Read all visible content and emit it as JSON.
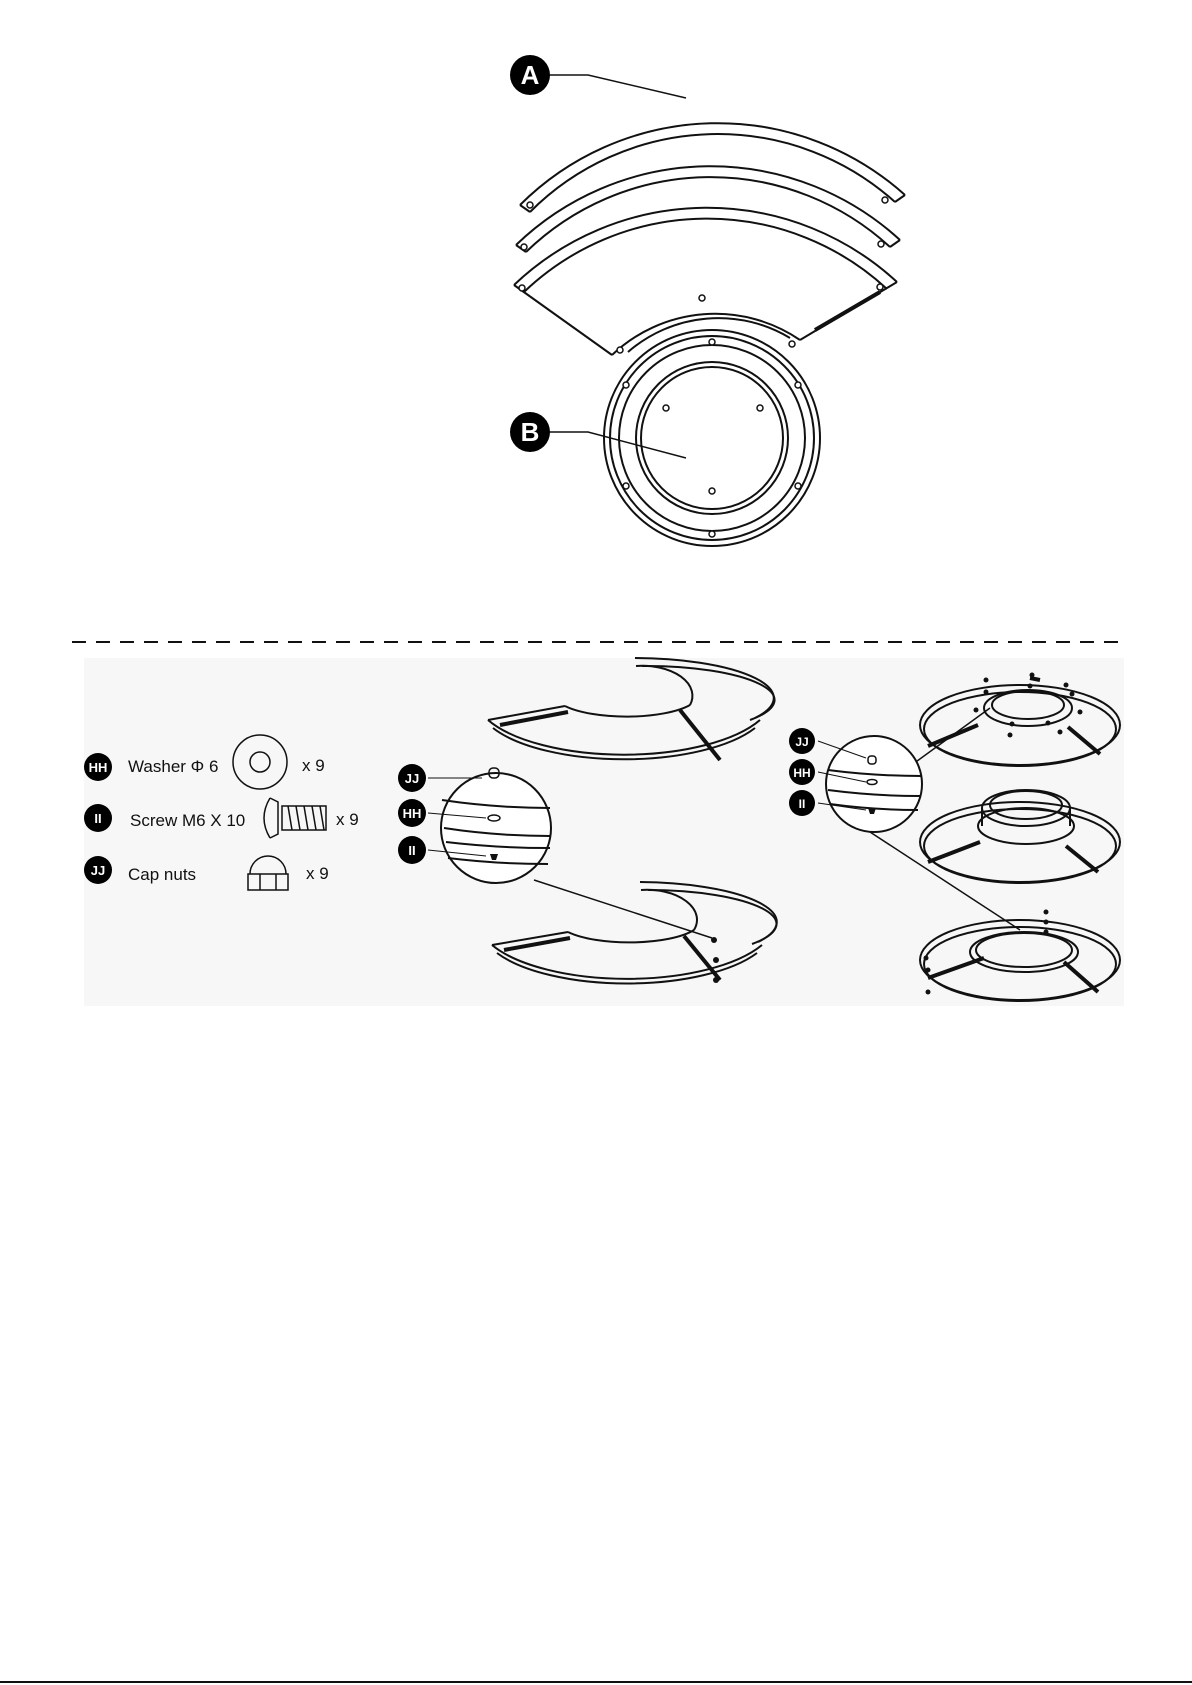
{
  "parts": {
    "a": {
      "label": "A"
    },
    "b": {
      "label": "B"
    }
  },
  "hardware": [
    {
      "code": "HH",
      "name": "Washer Φ 6",
      "qty": "x 9",
      "icon": "washer-icon"
    },
    {
      "code": "II",
      "name": "Screw M6 X 10",
      "qty": "x 9",
      "icon": "screw-icon"
    },
    {
      "code": "JJ",
      "name": "Cap nuts",
      "qty": "x 9",
      "icon": "cap-nut-icon"
    }
  ],
  "callouts": {
    "step1": [
      "JJ",
      "HH",
      "II"
    ],
    "step2": [
      "JJ",
      "HH",
      "II"
    ]
  },
  "colors": {
    "ink": "#111111",
    "panel": "#f7f7f7",
    "badge": "#000000"
  }
}
